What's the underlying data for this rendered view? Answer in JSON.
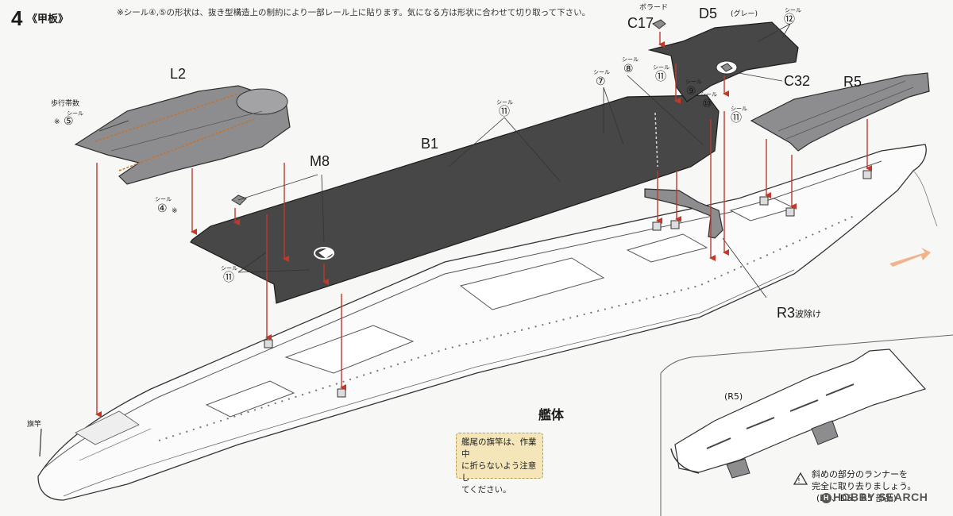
{
  "step": {
    "number": "4",
    "title": "《甲板》",
    "note": "※シール④,⑤の形状は、抜き型構造上の制約により一部レール上に貼ります。気になる方は形状に合わせて切り取って下さい。"
  },
  "parts": {
    "L2": "L2",
    "B1": "B1",
    "M8": "M8",
    "C17": "C17",
    "D5": "D5",
    "D5_note": "(グレー)",
    "C32": "C32",
    "R5": "R5",
    "R3": "R3",
    "R3_note": "波除け",
    "bollard": "ボラード"
  },
  "stickers": {
    "seal_label": "シール",
    "walkway_label": "歩行帯数",
    "s4": "④",
    "s4_mark": "※",
    "s5": "⑤",
    "s5_mark": "※",
    "s7": "⑦",
    "s8": "⑧",
    "s9": "⑨",
    "s10": "⑩",
    "s11": "⑪",
    "s12": "⑫"
  },
  "hull": {
    "title": "艦体",
    "flagpole": "旗竿"
  },
  "caution": {
    "line1": "艦尾の旗竿は、作業中",
    "line2": "に折らないよう注意し",
    "line3": "てください。"
  },
  "inset": {
    "title": "(R5)",
    "line1": "斜めの部分のランナーを",
    "line2": "完全に取り去りましょう。",
    "line3": "(B1、D5、R5 部品)"
  },
  "watermark": "HOBBY SEARCH",
  "colors": {
    "deck": "#474747",
    "part_grey": "#8d8d8f",
    "arrow": "#c0392b",
    "caution_bg": "#f4e6b9",
    "line": "#333333"
  }
}
